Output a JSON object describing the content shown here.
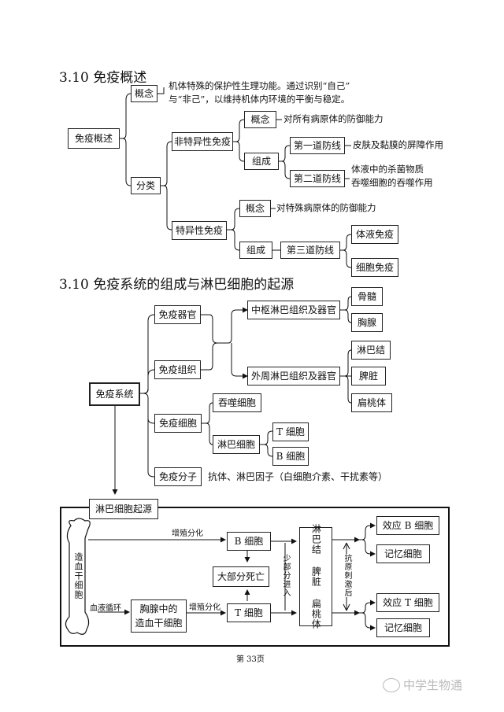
{
  "section1": {
    "heading": "3.10 免疫概述",
    "root": "免疫概述",
    "concept": "概念",
    "concept_text_1": "机体特殊的保护性生理功能。通过识别“自己”",
    "concept_text_2": "与“非己”，以维持机体内环境的平衡与稳定。",
    "classify": "分类",
    "nonspecific": "非特异性免疫",
    "ns_concept": "概念",
    "ns_concept_text": "对所有病原体的防御能力",
    "ns_composition": "组成",
    "first_line": "第一道防线",
    "first_line_text": "皮肤及黏膜的屏障作用",
    "second_line": "第二道防线",
    "second_line_text_1": "体液中的杀菌物质",
    "second_line_text_2": "吞噬细胞的吞噬作用",
    "specific": "特异性免疫",
    "sp_concept": "概念",
    "sp_concept_text": "对特殊病原体的防御能力",
    "sp_composition": "组成",
    "third_line": "第三道防线",
    "humoral": "体液免疫",
    "cellular": "细胞免疫"
  },
  "section2": {
    "heading": "3.10 免疫系统的组成与淋巴细胞的起源",
    "root": "免疫系统",
    "organs": "免疫器官",
    "central": "中枢淋巴组织及器官",
    "bone_marrow": "骨髓",
    "thymus": "胸腺",
    "tissue": "免疫组织",
    "peripheral": "外周淋巴组织及器官",
    "lymph_node": "淋巴结",
    "spleen": "脾脏",
    "tonsil": "扁桃体",
    "cells": "免疫细胞",
    "phagocyte": "吞噬细胞",
    "lymphocyte": "淋巴细胞",
    "t_cell": "T 细胞",
    "b_cell": "B 细胞",
    "molecules": "免疫分子",
    "molecules_text": "抗体、淋巴因子（白细胞介素、干扰素等）"
  },
  "origin": {
    "title": "淋巴细胞起源",
    "stem": "造血干细胞",
    "prolif_top": "增殖分化",
    "b_cell": "B 细胞",
    "most_die": "大部分死亡",
    "small_enter": "少部分进入",
    "blood": "血液循环",
    "thymus_stem_1": "胸腺中的",
    "thymus_stem_2": "造血干细胞",
    "prolif_bottom": "增殖分化",
    "t_cell": "T 细胞",
    "lymph_organs": "淋巴结 脾脏 扁桃体",
    "antigen": "抗原刺激后",
    "effector_b": "效应 B 细胞",
    "memory_b": "记忆细胞",
    "effector_t": "效应 T 细胞",
    "memory_t": "记忆细胞"
  },
  "footer": {
    "page": "第 33页",
    "watermark": "中学生物通"
  }
}
